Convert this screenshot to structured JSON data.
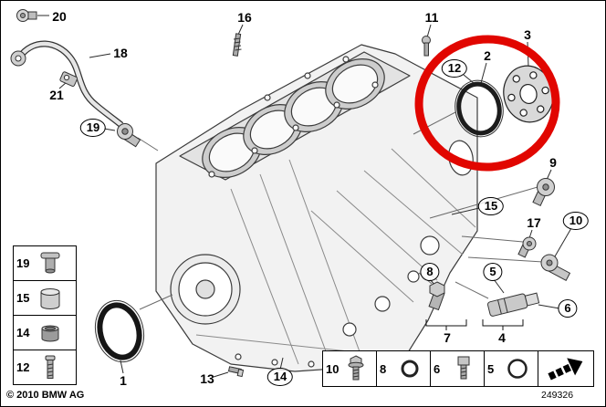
{
  "meta": {
    "copyright": "© 2010 BMW AG",
    "diagram_number": "249326"
  },
  "highlight": {
    "color": "#e10600",
    "shape": "marker-circle"
  },
  "callouts": {
    "c1": "1",
    "c2": "2",
    "c3": "3",
    "c4": "4",
    "c5": "5",
    "c6": "6",
    "c7": "7",
    "c8": "8",
    "c9": "9",
    "c10": "10",
    "c11": "11",
    "c12": "12",
    "c13": "13",
    "c14": "14",
    "c15": "15",
    "c16": "16",
    "c17": "17",
    "c18": "18",
    "c19": "19",
    "c20": "20",
    "c21": "21"
  },
  "legend_left": {
    "rows": [
      {
        "label": "19",
        "icon": "flange-bolt-icon"
      },
      {
        "label": "15",
        "icon": "cylinder-sleeve-icon"
      },
      {
        "label": "14",
        "icon": "bushing-icon"
      },
      {
        "label": "12",
        "icon": "long-bolt-icon"
      }
    ]
  },
  "legend_bottom": {
    "cells": [
      {
        "label": "10",
        "icon": "hex-flange-bolt-icon"
      },
      {
        "label": "8",
        "icon": "o-ring-icon"
      },
      {
        "label": "6",
        "icon": "socket-bolt-icon"
      },
      {
        "label": "5",
        "icon": "o-ring-icon"
      }
    ],
    "next": {
      "icon": "next-diagram-arrow-icon"
    }
  }
}
